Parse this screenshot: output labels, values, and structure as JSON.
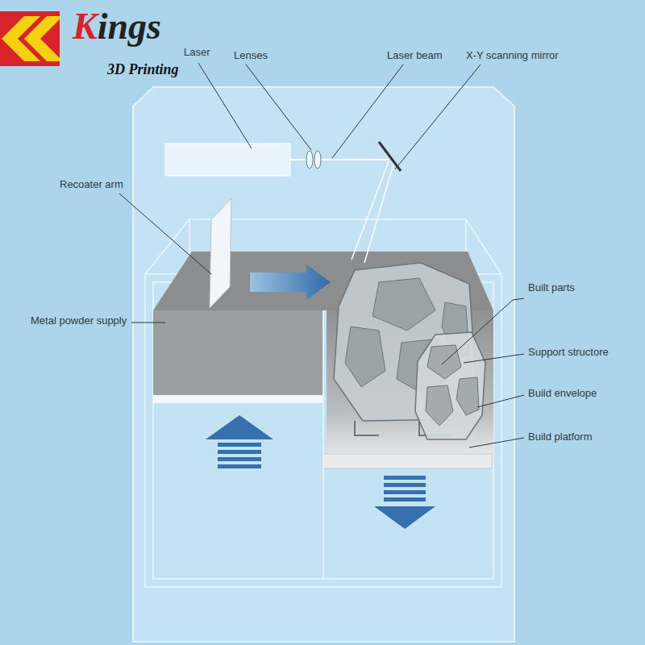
{
  "diagram": {
    "labels": [
      "Kings",
      "3D Printing",
      "Laser",
      "Lenses",
      "Laser beam",
      "X-Y scanning mirror",
      "Recoater arm",
      "Metal powder supply",
      "Built parts",
      "Support structore",
      "Build envelope",
      "Build platform"
    ]
  }
}
